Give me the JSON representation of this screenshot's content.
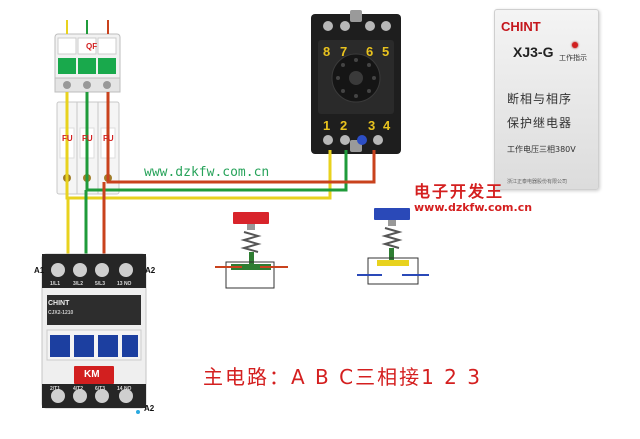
{
  "relay": {
    "brand": "CHINT",
    "model": "XJ3-G",
    "indicator_label": "工作指示",
    "name_line1": "断相与相序",
    "name_line2": "保护继电器",
    "voltage_label": "工作电压三相380V",
    "maker_label": "浙江正泰电器股份有限公司",
    "socket_top_pins": [
      "8",
      "7",
      "6",
      "5"
    ],
    "socket_bottom_pins": [
      "1",
      "2",
      "3",
      "4"
    ]
  },
  "breaker": {
    "label": "QF",
    "fuse_labels": [
      "FU",
      "FU",
      "FU"
    ]
  },
  "contactor": {
    "brand": "CHINT",
    "model": "CJX2-1210",
    "label": "KM",
    "coil_left": "A1",
    "coil_right": "A2",
    "coil_bottom": "A2",
    "top_terminals": [
      "1/L1",
      "3/L2",
      "5/L3",
      "13 NO"
    ],
    "bottom_terminals": [
      "2/T1",
      "4/T2",
      "6/T3",
      "14 NO"
    ]
  },
  "watermark": {
    "site_center": "www.dzkfw.com.cn",
    "brand": "电子开发王",
    "site_right": "www.dzkfw.com.cn"
  },
  "caption": "主电路：A B C三相接1 2 3",
  "colors": {
    "phase_a": "#e8d21e",
    "phase_b": "#1f9b3a",
    "phase_c": "#c9421d",
    "stop_button": "#d8242b",
    "start_button": "#2a49b8",
    "caption": "#d41f1f"
  }
}
